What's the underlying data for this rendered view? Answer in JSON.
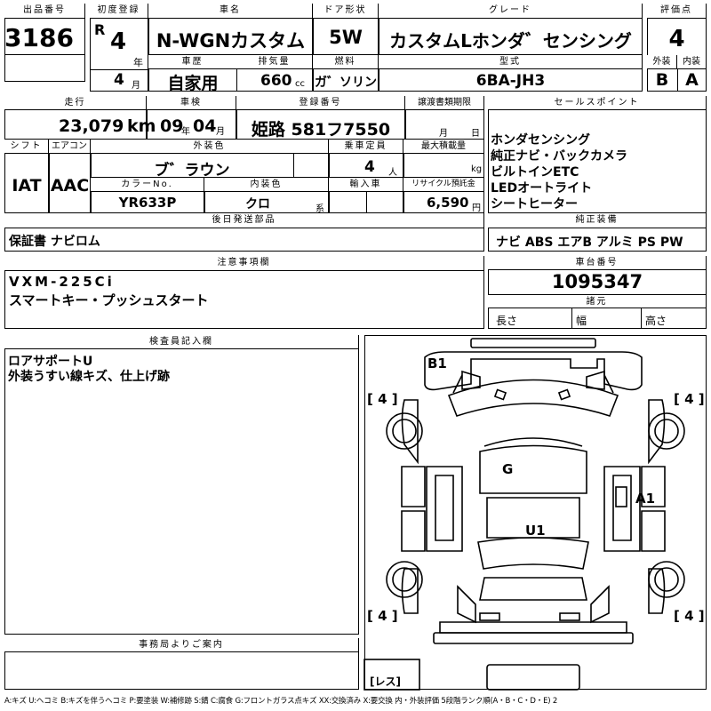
{
  "header": {
    "lot_label": "出品番号",
    "lot_value": "3186",
    "first_reg_label": "初度登録",
    "era": "R",
    "year": "4",
    "year_unit": "年",
    "month": "4",
    "month_unit": "月",
    "car_name_label": "車名",
    "car_name": "N-WGNカスタム",
    "door_label": "ドア形状",
    "door": "5W",
    "grade_label": "グレード",
    "grade": "カスタムLホンダ゛センシング",
    "score_label": "評価点",
    "score": "4",
    "history_label": "車歴",
    "history": "自家用",
    "displacement_label": "排気量",
    "displacement": "660",
    "displacement_unit": "cc",
    "fuel_label": "燃料",
    "fuel": "ガ゛ソリン",
    "model_label": "型式",
    "model": "6BA-JH3",
    "ext_label": "外装",
    "ext_grade": "B",
    "int_label": "内装",
    "int_grade": "A"
  },
  "row2": {
    "mileage_label": "走行",
    "mileage": "23,079",
    "mileage_unit": "km",
    "inspection_label": "車検",
    "insp_year": "09",
    "insp_year_unit": "年",
    "insp_month": "04",
    "insp_month_unit": "月",
    "reg_label": "登録番号",
    "reg_value": "姫路 581フ7550",
    "transfer_label": "譲渡書類期限",
    "transfer_month": "月",
    "transfer_day": "日",
    "sales_label": "セールスポイント",
    "sales_points": [
      "ホンダセンシング",
      "純正ナビ・バックカメラ",
      "ビルトインETC",
      "LEDオートライト",
      "シートヒーター"
    ]
  },
  "row3": {
    "shift_label": "シフト",
    "shift": "IAT",
    "ac_label": "エアコン",
    "ac": "AAC",
    "color_label": "外装色",
    "color": "ブ゛ラウン",
    "capacity_label": "乗車定員",
    "capacity": "4",
    "capacity_unit": "人",
    "load_label": "最大積載量",
    "load_unit": "kg",
    "color_no_label": "カラーNo.",
    "color_no": "YR633P",
    "interior_color_label": "内装色",
    "interior_color": "クロ",
    "interior_color_unit": "系",
    "import_label": "輸入車",
    "recycle_label": "リサイクル預託金",
    "recycle": "6,590",
    "recycle_unit": "円"
  },
  "later_parts": {
    "label": "後日発送部品",
    "value": "保証書 ナビロム"
  },
  "genuine": {
    "label": "純正装備",
    "value": "ナビ ABS エアB アルミ PS PW"
  },
  "caution": {
    "label": "注意事項欄",
    "lines": [
      "VXM-225Ci",
      "スマートキー・プッシュスタート"
    ]
  },
  "chassis": {
    "label": "車台番号",
    "value": "1095347"
  },
  "dims": {
    "label": "諸元",
    "length": "長さ",
    "width": "幅",
    "height": "高さ"
  },
  "inspector": {
    "label": "検査員記入欄",
    "lines": [
      "ロアサポートU",
      "外装うすい線キズ、仕上げ跡"
    ]
  },
  "office": {
    "label": "事務局よりご案内"
  },
  "diagram": {
    "b1": "B1",
    "g": "G",
    "u1": "U1",
    "a1": "A1",
    "tire_fl": "4",
    "tire_fr": "4",
    "tire_rl": "4",
    "tire_rr": "4",
    "bracket_open": "[",
    "bracket_close": "]",
    "spare": "[レス]"
  },
  "legend": "A:キズ U:ヘコミ B:キズを伴うヘコミ P:要塗装 W:補修跡 S:錆 C:腐食 G:フロントガラス点キズ XX:交換済み X:要交換 内・外装評価 5段階ランク順(A・B・C・D・E) 2"
}
